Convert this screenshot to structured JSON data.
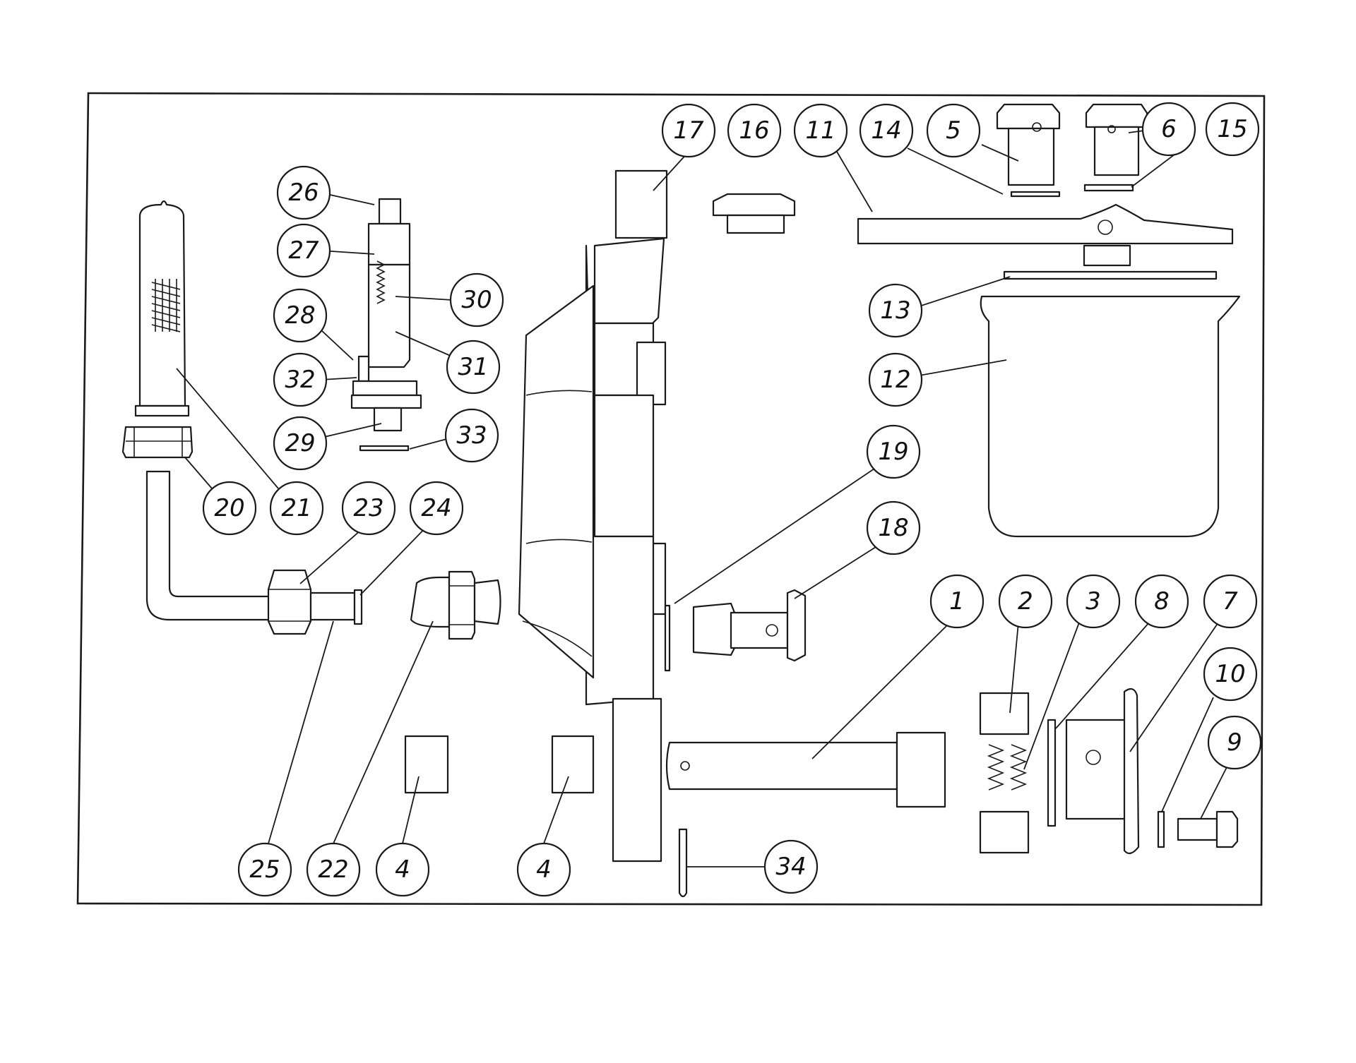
{
  "callouts": [
    {
      "id": "c17",
      "label": "17"
    },
    {
      "id": "c16",
      "label": "16"
    },
    {
      "id": "c11",
      "label": "11"
    },
    {
      "id": "c14",
      "label": "14"
    },
    {
      "id": "c5",
      "label": "5"
    },
    {
      "id": "c6",
      "label": "6"
    },
    {
      "id": "c15",
      "label": "15"
    },
    {
      "id": "c26",
      "label": "26"
    },
    {
      "id": "c27",
      "label": "27"
    },
    {
      "id": "c30",
      "label": "30"
    },
    {
      "id": "c28",
      "label": "28"
    },
    {
      "id": "c31",
      "label": "31"
    },
    {
      "id": "c32",
      "label": "32"
    },
    {
      "id": "c29",
      "label": "29"
    },
    {
      "id": "c33",
      "label": "33"
    },
    {
      "id": "c13",
      "label": "13"
    },
    {
      "id": "c12",
      "label": "12"
    },
    {
      "id": "c19",
      "label": "19"
    },
    {
      "id": "c18",
      "label": "18"
    },
    {
      "id": "c20",
      "label": "20"
    },
    {
      "id": "c21",
      "label": "21"
    },
    {
      "id": "c23",
      "label": "23"
    },
    {
      "id": "c24",
      "label": "24"
    },
    {
      "id": "c1",
      "label": "1"
    },
    {
      "id": "c2",
      "label": "2"
    },
    {
      "id": "c3",
      "label": "3"
    },
    {
      "id": "c8",
      "label": "8"
    },
    {
      "id": "c7",
      "label": "7"
    },
    {
      "id": "c10",
      "label": "10"
    },
    {
      "id": "c9",
      "label": "9"
    },
    {
      "id": "c25",
      "label": "25"
    },
    {
      "id": "c22",
      "label": "22"
    },
    {
      "id": "c4a",
      "label": "4"
    },
    {
      "id": "c4b",
      "label": "4"
    },
    {
      "id": "c34",
      "label": "34"
    }
  ]
}
